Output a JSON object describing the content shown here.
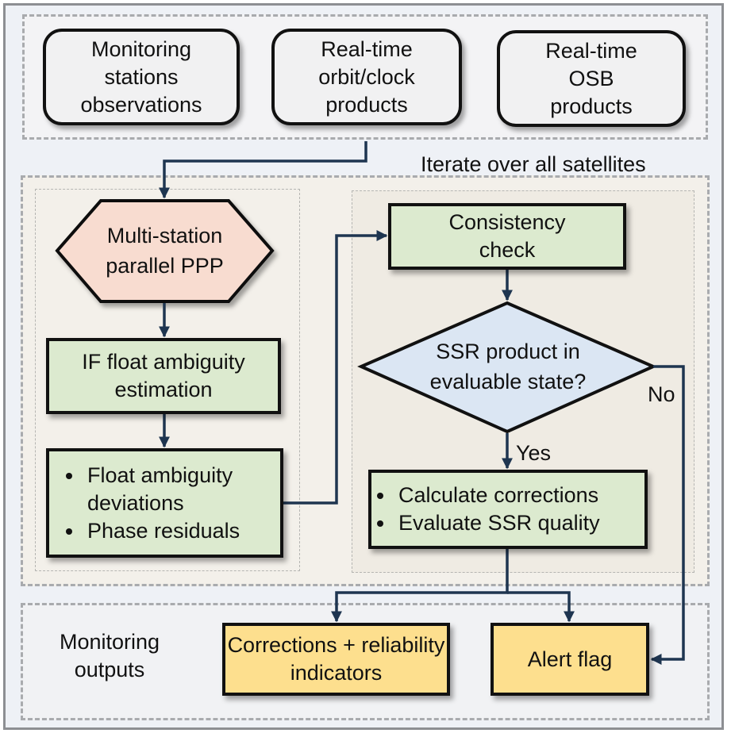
{
  "inputs": {
    "monitoring_stations": "Monitoring stations observations",
    "orbit_clock": "Real-time orbit/clock products",
    "osb": "Real-time OSB products"
  },
  "loop_label": "Iterate over all satellites",
  "left_column": {
    "ppp": "Multi-station parallel PPP",
    "if_float": "IF float ambiguity estimation",
    "outputs": [
      "Float ambiguity deviations",
      "Phase residuals"
    ]
  },
  "right_column": {
    "consistency": "Consistency check",
    "decision": "SSR product in evaluable state?",
    "yes_label": "Yes",
    "no_label": "No",
    "actions": [
      "Calculate corrections",
      "Evaluate SSR quality"
    ]
  },
  "outputs_group": {
    "label": "Monitoring outputs",
    "corrections": "Corrections + reliability indicators",
    "alert": "Alert flag"
  },
  "colors": {
    "arrow": "#1e3550",
    "hexagon_fill": "#f8dcd0",
    "diamond_fill": "#dbe6f3",
    "process_fill": "#dceacf",
    "output_fill": "#fddf8e"
  }
}
